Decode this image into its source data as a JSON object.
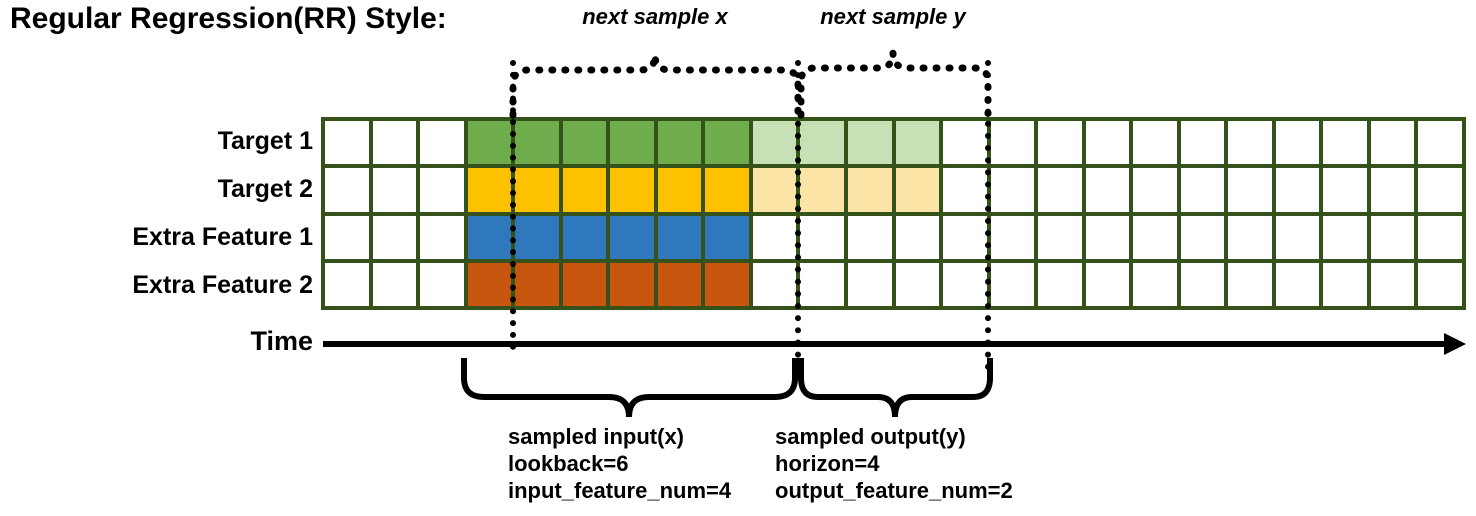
{
  "title": "Regular Regression(RR) Style:",
  "rows": [
    {
      "label": "Target 1",
      "name": "target-1"
    },
    {
      "label": "Target 2",
      "name": "target-2"
    },
    {
      "label": "Extra Feature 1",
      "name": "extra-feature-1"
    },
    {
      "label": "Extra Feature 2",
      "name": "extra-feature-2"
    }
  ],
  "grid": {
    "columns": 24,
    "rows": 4,
    "border_color": "#345219",
    "empty_color": "#ffffff",
    "segments": {
      "leading_empty": 3,
      "input_span": 6,
      "output_span": 4,
      "trailing_empty": 11
    },
    "colors": {
      "target_1_strong": "#6FAC4B",
      "target_1_faded": "#C7E0B5",
      "target_2_strong": "#FDC100",
      "target_2_faded": "#FCE4A6",
      "extra_feature_1": "#2F78BE",
      "extra_feature_2": "#C8560F"
    },
    "fills": [
      [
        "#ffffff",
        "#ffffff",
        "#ffffff",
        "#6FAC4B",
        "#6FAC4B",
        "#6FAC4B",
        "#6FAC4B",
        "#6FAC4B",
        "#6FAC4B",
        "#C7E0B5",
        "#C7E0B5",
        "#C7E0B5",
        "#C7E0B5",
        "#ffffff",
        "#ffffff",
        "#ffffff",
        "#ffffff",
        "#ffffff",
        "#ffffff",
        "#ffffff",
        "#ffffff",
        "#ffffff",
        "#ffffff",
        "#ffffff"
      ],
      [
        "#ffffff",
        "#ffffff",
        "#ffffff",
        "#FDC100",
        "#FDC100",
        "#FDC100",
        "#FDC100",
        "#FDC100",
        "#FDC100",
        "#FCE4A6",
        "#FCE4A6",
        "#FCE4A6",
        "#FCE4A6",
        "#ffffff",
        "#ffffff",
        "#ffffff",
        "#ffffff",
        "#ffffff",
        "#ffffff",
        "#ffffff",
        "#ffffff",
        "#ffffff",
        "#ffffff",
        "#ffffff"
      ],
      [
        "#ffffff",
        "#ffffff",
        "#ffffff",
        "#2F78BE",
        "#2F78BE",
        "#2F78BE",
        "#2F78BE",
        "#2F78BE",
        "#2F78BE",
        "#ffffff",
        "#ffffff",
        "#ffffff",
        "#ffffff",
        "#ffffff",
        "#ffffff",
        "#ffffff",
        "#ffffff",
        "#ffffff",
        "#ffffff",
        "#ffffff",
        "#ffffff",
        "#ffffff",
        "#ffffff",
        "#ffffff"
      ],
      [
        "#ffffff",
        "#ffffff",
        "#ffffff",
        "#C8560F",
        "#C8560F",
        "#C8560F",
        "#C8560F",
        "#C8560F",
        "#C8560F",
        "#ffffff",
        "#ffffff",
        "#ffffff",
        "#ffffff",
        "#ffffff",
        "#ffffff",
        "#ffffff",
        "#ffffff",
        "#ffffff",
        "#ffffff",
        "#ffffff",
        "#ffffff",
        "#ffffff",
        "#ffffff",
        "#ffffff"
      ]
    ]
  },
  "axis": {
    "label": "Time"
  },
  "top_braces": [
    {
      "label": "next sample x",
      "name": "next-sample-x"
    },
    {
      "label": "next sample y",
      "name": "next-sample-y"
    }
  ],
  "bottom_captions": [
    {
      "name": "sampled-input",
      "line1": "sampled input(x)",
      "line2": "lookback=6",
      "line3": "input_feature_num=4"
    },
    {
      "name": "sampled-output",
      "line1": "sampled output(y)",
      "line2": "horizon=4",
      "line3": "output_feature_num=2"
    }
  ]
}
